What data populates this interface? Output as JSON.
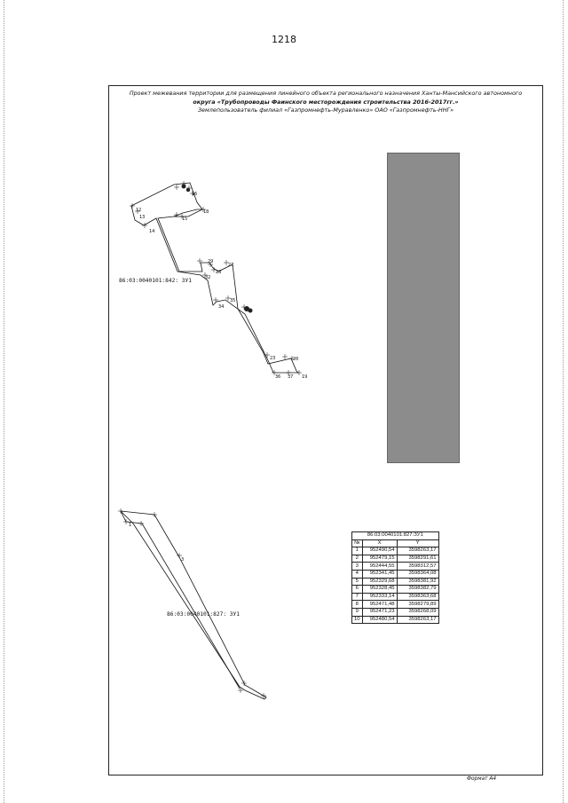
{
  "page_number": "1218",
  "header": {
    "line1": "Проект межевания территории для размещения линейного объекта регионального назначения Ханты-Мансийского автономного",
    "line2": "округа «Трубопроводы Фаинского месторождения строительства 2016-2017гг.»",
    "line3": "Землепользователь филиал «Газпромнефть-Муравленко» ОАО «Газпромнефть-ННГ»"
  },
  "parcels": {
    "p842": "86:03:0040101:842: ЗУ1",
    "p827": "86:03:0040101:827: ЗУ1"
  },
  "point_labels": {
    "p1": "12",
    "p2": "13",
    "p3": "14",
    "p4": "16",
    "p5": "15",
    "p6": "18",
    "p7": "29",
    "p8": "27",
    "p9": "32",
    "p10": "28",
    "p11": "34",
    "p12": "35",
    "p13": "23",
    "p14": "20",
    "p15": "36",
    "p16": "37",
    "p17": "19",
    "p18": "1",
    "p19": "3"
  },
  "coord_table": {
    "title": "86:03:0040101:827:ЗУ1",
    "headers": {
      "n": "№",
      "x": "X",
      "y": "Y"
    },
    "rows": [
      {
        "n": "1",
        "x": "952490,54",
        "y": "3598263,17"
      },
      {
        "n": "2",
        "x": "952479,15",
        "y": "3598291,61"
      },
      {
        "n": "3",
        "x": "952444,55",
        "y": "3598312,57"
      },
      {
        "n": "4",
        "x": "952341,45",
        "y": "3598364,08"
      },
      {
        "n": "5",
        "x": "952329,68",
        "y": "3598381,92"
      },
      {
        "n": "6",
        "x": "952328,45",
        "y": "3598382,79"
      },
      {
        "n": "7",
        "x": "952333,14",
        "y": "3598363,68"
      },
      {
        "n": "8",
        "x": "952471,48",
        "y": "3598279,89"
      },
      {
        "n": "9",
        "x": "952471,23",
        "y": "3598268,09"
      },
      {
        "n": "10",
        "x": "952480,54",
        "y": "3598263,17"
      }
    ]
  },
  "footer": "Формат А4"
}
